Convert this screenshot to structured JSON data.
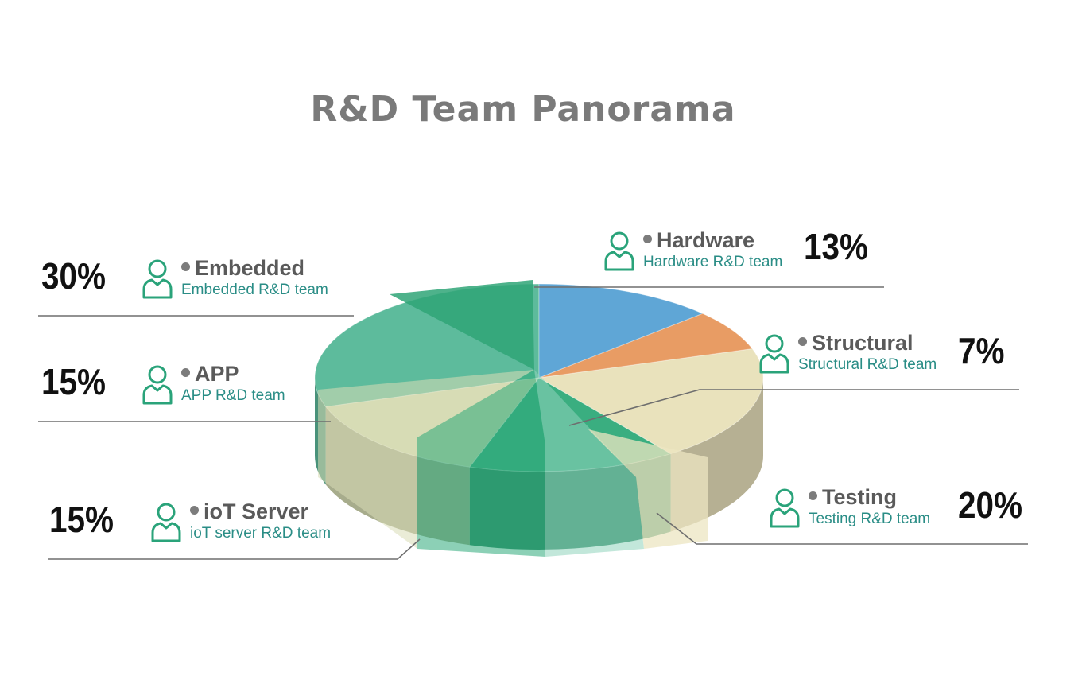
{
  "chart_data": {
    "type": "pie",
    "title": "R&D Team Panorama",
    "slices": [
      {
        "name": "Embedded",
        "description": "Embedded R&D team",
        "value": 30,
        "label": "30%",
        "color": "#5dbb9c"
      },
      {
        "name": "APP",
        "description": "APP R&D team",
        "value": 15,
        "label": "15%",
        "color": "#d6dcb4"
      },
      {
        "name": "ioT Server",
        "description": "ioT server R&D team",
        "value": 15,
        "label": "15%",
        "color": "#3aae80"
      },
      {
        "name": "Testing",
        "description": "Testing R&D team",
        "value": 20,
        "label": "20%",
        "color": "#e9e2bc"
      },
      {
        "name": "Structural",
        "description": "Structural R&D team",
        "value": 7,
        "label": "7%",
        "color": "#e89c64"
      },
      {
        "name": "Hardware",
        "description": "Hardware R&D team",
        "value": 13,
        "label": "13%",
        "color": "#5fa6d6"
      }
    ],
    "accent_color": "#2a8d86"
  }
}
